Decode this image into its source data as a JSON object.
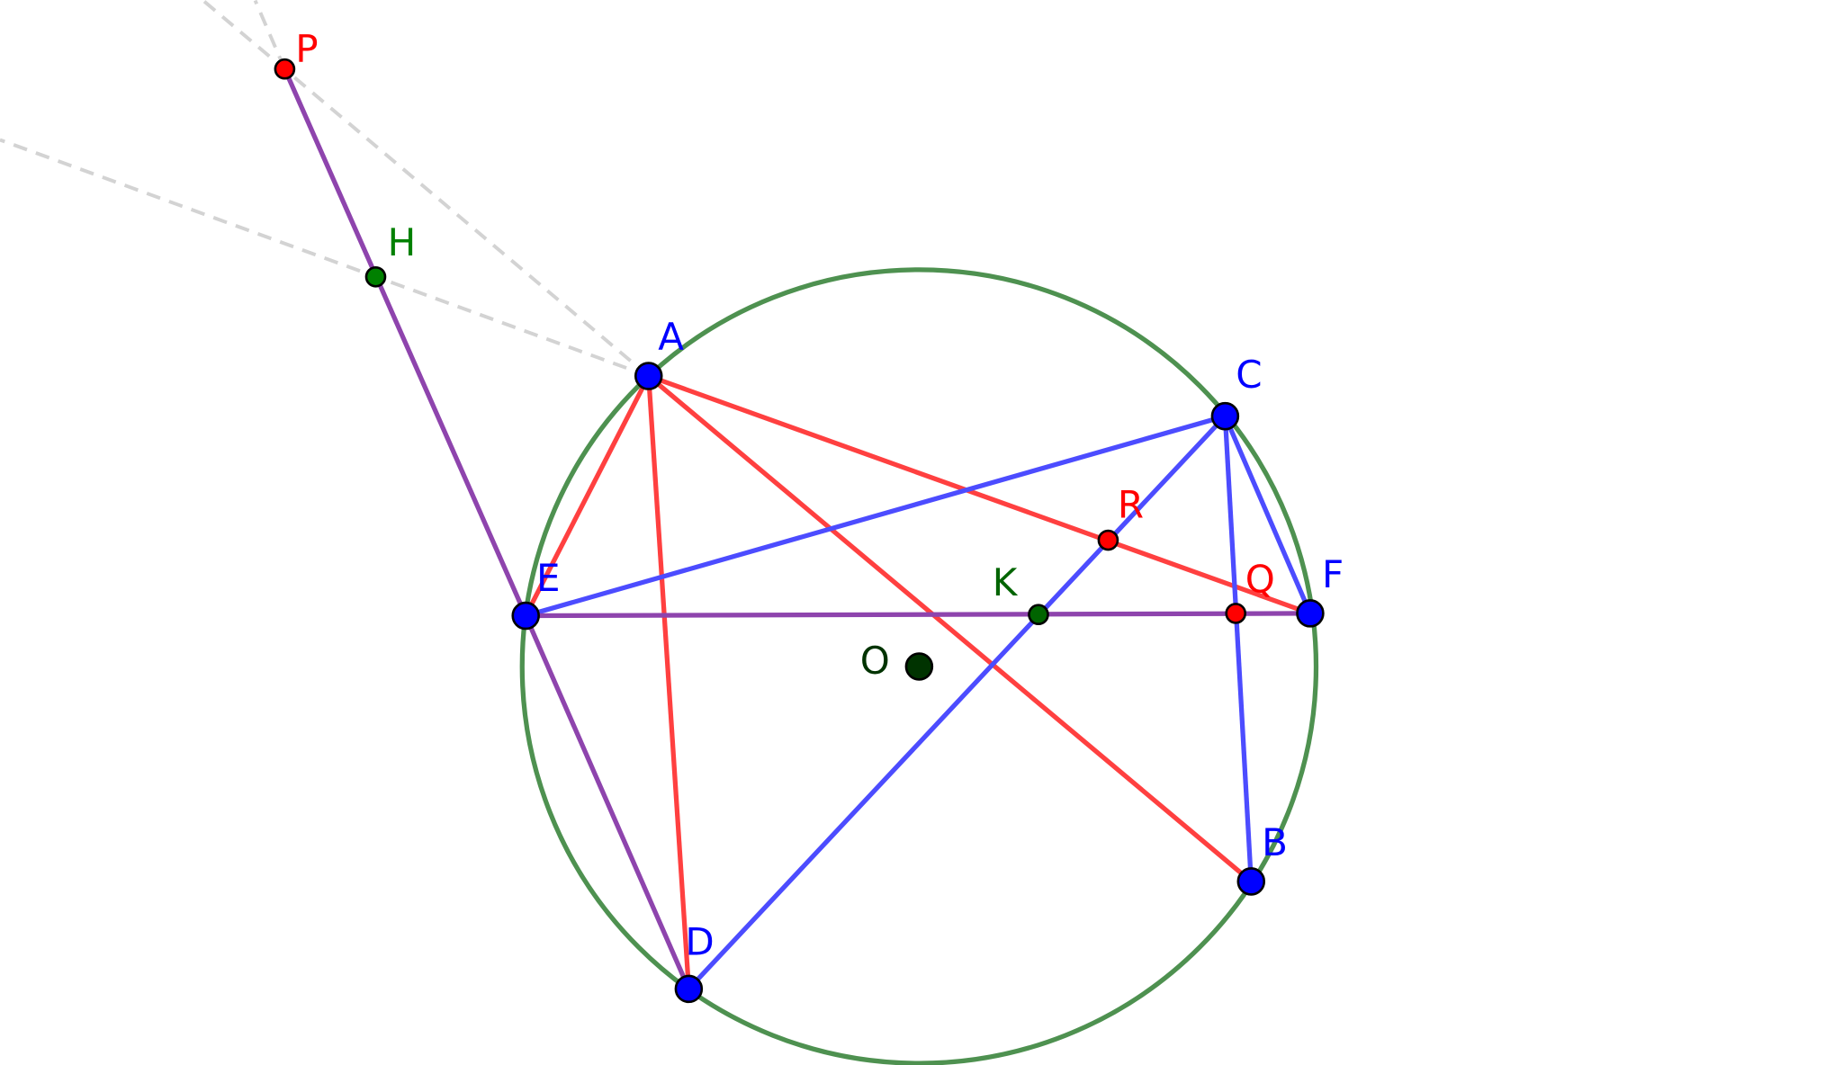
{
  "diagram": {
    "points": {
      "P": {
        "label": "P",
        "color": "#ff0000"
      },
      "H": {
        "label": "H",
        "color": "#008000"
      },
      "A": {
        "label": "A",
        "color": "#0000ff"
      },
      "C": {
        "label": "C",
        "color": "#0000ff"
      },
      "R": {
        "label": "R",
        "color": "#ff0000"
      },
      "E": {
        "label": "E",
        "color": "#0000ff"
      },
      "K": {
        "label": "K",
        "color": "#006400"
      },
      "Q": {
        "label": "Q",
        "color": "#ff0000"
      },
      "F": {
        "label": "F",
        "color": "#0000ff"
      },
      "O": {
        "label": "O",
        "color": "#003300"
      },
      "B": {
        "label": "B",
        "color": "#0000ff"
      },
      "D": {
        "label": "D",
        "color": "#0000ff"
      }
    },
    "colors": {
      "circle": "#4e9150",
      "red_segment": "#ff4040",
      "blue_segment": "#4c4cff",
      "purple_segment": "#8e44ad",
      "dashed": "#d3d3d3"
    }
  }
}
